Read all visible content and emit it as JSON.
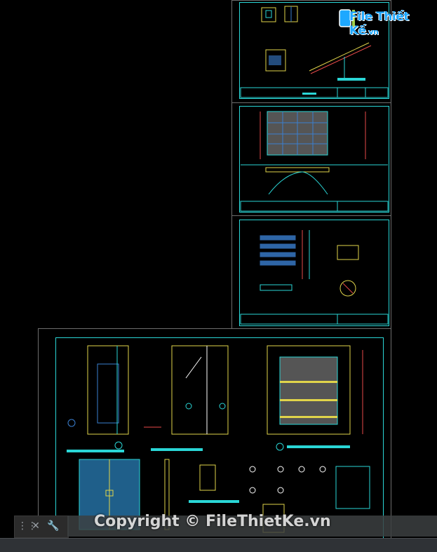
{
  "watermark": {
    "text": "Copyright © FileThietKe.vn"
  },
  "logo": {
    "brand": "File Thiết Kế",
    "suffix": ".vn"
  },
  "toolbar": {
    "close_glyph": "✕",
    "wrench_glyph": "🔧"
  },
  "colors": {
    "background": "#000000",
    "sheet_border": "#2ad6d6",
    "frame_border": "#6d6d6d",
    "yellow": "#e0d44a",
    "red": "#e84a4a",
    "cyan": "#2ad6d6",
    "blue": "#3a7fd0"
  }
}
